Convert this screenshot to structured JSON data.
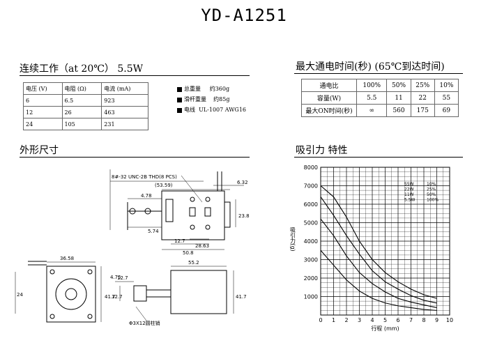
{
  "title": "YD-A1251",
  "continuous": {
    "heading": "连续工作（at 20℃） 5.5W",
    "headers": [
      "电压 (V)",
      "电阻 (Ω)",
      "电流 (mA)"
    ],
    "rows": [
      [
        "6",
        "6.5",
        "923"
      ],
      [
        "12",
        "26",
        "463"
      ],
      [
        "24",
        "105",
        "231"
      ]
    ]
  },
  "specs": [
    {
      "label": "总重量",
      "value": "约360g"
    },
    {
      "label": "滑杆重量",
      "value": "约85g"
    },
    {
      "label": "电线",
      "value": "UL-1007 AWG16"
    }
  ],
  "max_time": {
    "heading": "最大通电时间(秒) (65℃到达时间)",
    "row_labels": [
      "通电比",
      "容量(W)",
      "最大ON时间(秒)"
    ],
    "columns": [
      [
        "100%",
        "5.5",
        "∞"
      ],
      [
        "50%",
        "11",
        "560"
      ],
      [
        "25%",
        "22",
        "175"
      ],
      [
        "10%",
        "55",
        "69"
      ]
    ]
  },
  "dims": {
    "heading": "外形尺寸",
    "labels": {
      "thread": "8#-32 UNC-2B THD(8 PCS)",
      "d5359": "(53.59)",
      "d632": "6.32",
      "d478": "4.78",
      "d574": "5.74",
      "d238": "23.8",
      "d127a": "12.7",
      "d2863": "28.63",
      "d508": "50.8",
      "d3658": "36.58",
      "d24": "24",
      "d552": "55.2",
      "d127b": "12.7",
      "d475": "4.75",
      "d127c": "12.7",
      "d417a": "41.7",
      "d417b": "41.7",
      "pin": "Φ3X12圆柱销"
    }
  },
  "chart_data": {
    "type": "line",
    "title": "吸引力 特性",
    "xlabel": "行程 (mm)",
    "ylabel": "吸引力(g)",
    "xlim": [
      0,
      10
    ],
    "ylim": [
      0,
      8000
    ],
    "x_ticks": [
      "0",
      "1",
      "2",
      "3",
      "4",
      "5",
      "6",
      "7",
      "8",
      "9",
      "10"
    ],
    "y_ticks": [
      "1000",
      "2000",
      "3000",
      "4000",
      "5000",
      "6000",
      "7000",
      "8000"
    ],
    "grid": true,
    "legend": [
      {
        "name": "55W",
        "duty": "10%"
      },
      {
        "name": "22W",
        "duty": "25%"
      },
      {
        "name": "11W",
        "duty": "50%"
      },
      {
        "name": "5.5W",
        "duty": "100%"
      }
    ],
    "series": [
      {
        "name": "55W",
        "x": [
          0,
          1,
          2,
          3,
          4,
          5,
          6,
          7,
          8,
          9
        ],
        "y": [
          7000,
          6400,
          5300,
          4000,
          3000,
          2300,
          1800,
          1400,
          1100,
          900
        ]
      },
      {
        "name": "22W",
        "x": [
          0,
          1,
          2,
          3,
          4,
          5,
          6,
          7,
          8,
          9
        ],
        "y": [
          6400,
          5400,
          4300,
          3300,
          2400,
          1800,
          1400,
          1050,
          800,
          650
        ]
      },
      {
        "name": "11W",
        "x": [
          0,
          1,
          2,
          3,
          4,
          5,
          6,
          7,
          8,
          9
        ],
        "y": [
          5200,
          4300,
          3200,
          2300,
          1700,
          1250,
          900,
          700,
          550,
          400
        ]
      },
      {
        "name": "5.5W",
        "x": [
          0,
          1,
          2,
          3,
          4,
          5,
          6,
          7,
          8,
          9
        ],
        "y": [
          3500,
          2700,
          1900,
          1300,
          900,
          650,
          500,
          400,
          300,
          250
        ]
      }
    ]
  }
}
